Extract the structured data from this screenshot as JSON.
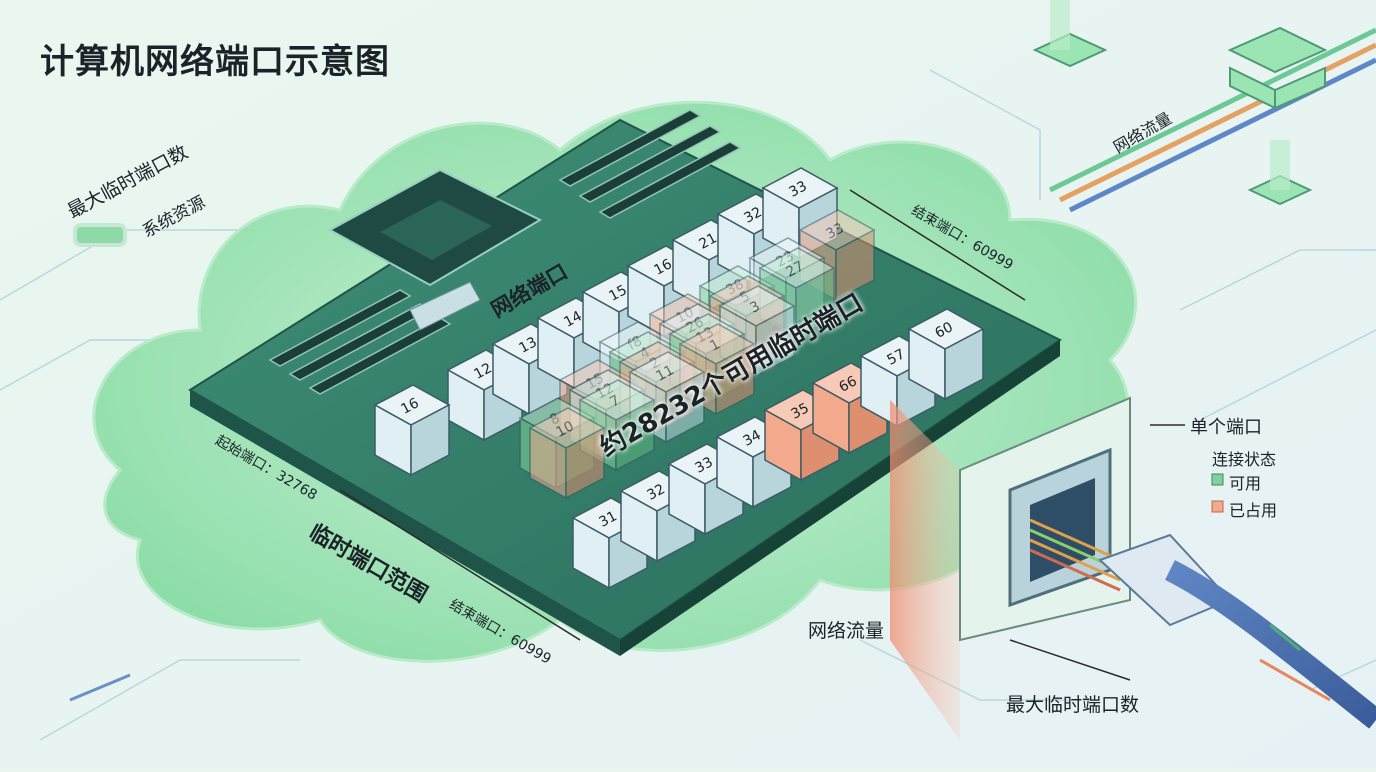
{
  "title": "计算机网络端口示意图",
  "labels": {
    "max_ephemeral_left": "最大临时端口数",
    "system_resources": "系统资源",
    "network_port": "网络端口",
    "end_port_top": "结束端口：60999",
    "start_port": "起始端口：32768",
    "ephemeral_range": "临时端口范围",
    "end_port_bottom": "结束端口：60999",
    "available_count": "约28232个可用临时端口",
    "network_traffic_top": "网络流量",
    "network_traffic_bottom": "网络流量",
    "max_ephemeral_bottom": "最大临时端口数"
  },
  "legend": {
    "single_port": "单个端口",
    "connection_status": "连接状态",
    "items": [
      {
        "label": "可用",
        "color": "#7fd39a"
      },
      {
        "label": "已占用",
        "color": "#f2a98c"
      }
    ]
  },
  "ports": {
    "back_row": [
      "12",
      "13",
      "14",
      "15",
      "16",
      "21",
      "32",
      "33"
    ],
    "inner_ghost": [
      "33",
      "23",
      "38",
      "10",
      "f8",
      "27",
      "5",
      "26",
      "4",
      "15",
      "3",
      "13",
      "2",
      "12",
      "8",
      "1",
      "11",
      "7",
      "10"
    ],
    "front_row": [
      "31",
      "32",
      "33",
      "34",
      "35",
      "66",
      "57",
      "60"
    ],
    "left_end": "16"
  },
  "colors": {
    "available": "#7fd39a",
    "occupied": "#f2a98c",
    "cloud": "#9be5b4",
    "board": "#2f7d67",
    "port_face": "#dfeff3"
  }
}
